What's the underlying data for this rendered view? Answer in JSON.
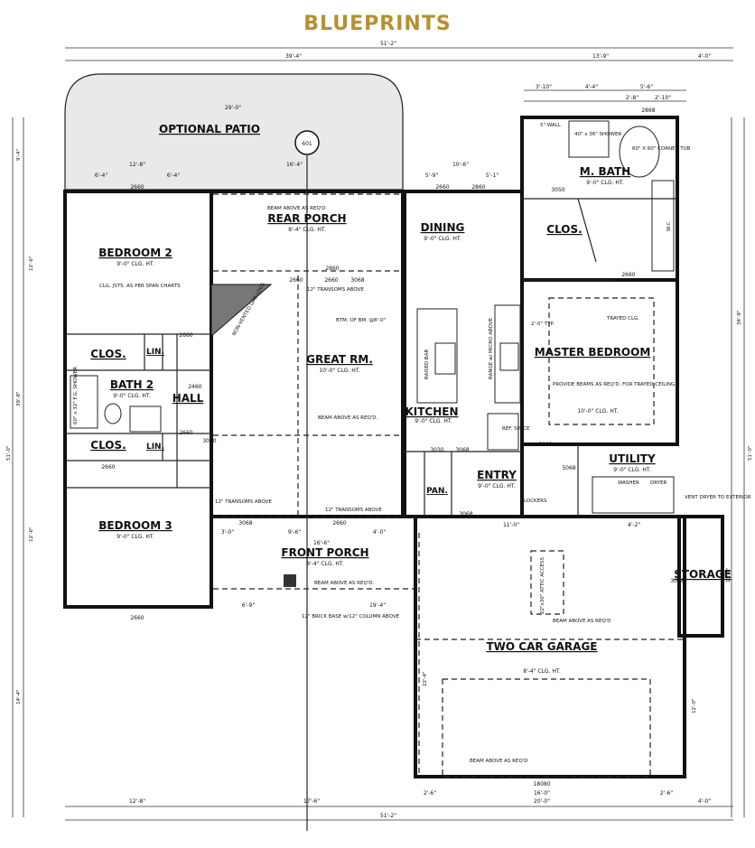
{
  "header": {
    "title": "BLUEPRINTS",
    "title_color": "#b8902c"
  },
  "rooms": [
    {
      "name": "OPTIONAL PATIO",
      "ht": ""
    },
    {
      "name": "REAR PORCH",
      "ht": "8'-4\" CLG. HT."
    },
    {
      "name": "BEDROOM 2",
      "ht": "9'-0\" CLG. HT."
    },
    {
      "name": "DINING",
      "ht": "9'-0\" CLG. HT."
    },
    {
      "name": "M. BATH",
      "ht": "9'-0\" CLG. HT."
    },
    {
      "name": "CLOS.",
      "ht": ""
    },
    {
      "name": "MASTER BEDROOM",
      "ht": "10'-0\" CLG. HT."
    },
    {
      "name": "GREAT RM.",
      "ht": "10'-0\" CLG. HT."
    },
    {
      "name": "CLOS.",
      "ht": ""
    },
    {
      "name": "LIN.",
      "ht": ""
    },
    {
      "name": "BATH 2",
      "ht": "9'-0\" CLG. HT."
    },
    {
      "name": "HALL",
      "ht": ""
    },
    {
      "name": "KITCHEN",
      "ht": "9'-0\" CLG. HT."
    },
    {
      "name": "CLOS.",
      "ht": ""
    },
    {
      "name": "LIN.",
      "ht": ""
    },
    {
      "name": "UTILITY",
      "ht": "9'-0\" CLG. HT."
    },
    {
      "name": "ENTRY",
      "ht": "9'-0\" CLG. HT."
    },
    {
      "name": "PAN.",
      "ht": ""
    },
    {
      "name": "BEDROOM 3",
      "ht": "9'-0\" CLG. HT."
    },
    {
      "name": "FRONT PORCH",
      "ht": "8'-4\" CLG. HT."
    },
    {
      "name": "STORAGE",
      "ht": ""
    },
    {
      "name": "TWO CAR GARAGE",
      "ht": "8'-4\" CLG. HT."
    }
  ],
  "notes": {
    "beam_rear": "BEAM ABOVE AS REQ'D.",
    "transoms_rear": "12\" TRANSOMS ABOVE",
    "transoms_front": "12\" TRANSOMS ABOVE",
    "transoms_left": "12\" TRANSOMS ABOVE",
    "beam_front": "BEAM ABOVE AS REQ'D.",
    "beam_great": "BEAM ABOVE AS REQ'D.",
    "beam_garage": "BEAM ABOVE AS REQ'D",
    "beam_garage2": "BEAM ABOVE AS REQ'D",
    "btm_bm": "BTM. OF BM. @8'-0\"",
    "clg_jsts": "CLG. JSTS. AS PER SPAN CHARTS",
    "trayed": "TRAYED CLG.",
    "provide_beams": "PROVIDE BEAMS AS REQ'D. FOR TRAYED CEILING.",
    "shower": "40\" x 36\" SHOWER",
    "tub": "60\" X 60\" CORNER TUB",
    "bath2_shower": "60\" x 32\" F.G. SHOWER",
    "raised_bar": "RAISED BAR",
    "range": "RANGE w/ MICRO ABOVE",
    "ref": "REF. SPACE",
    "lockers": "LOCKERS",
    "washer": "WASHER",
    "dryer": "DRYER",
    "vent": "VENT DRYER TO EXTERIOR",
    "brick": "12\" BRICK BASE w/12\" COLUMN ABOVE",
    "attic": "22\"x30\" ATTIC ACCESS",
    "non_vented": "NON-VENTED GAS LOGS",
    "typ": "2'-0\" TYP.",
    "wall_5": "5\" WALL",
    "wic": "W.C."
  },
  "symbols": {
    "section_tag": "601"
  },
  "dimensions": {
    "overall_top": "51'-2\"",
    "overall_bottom": "51'-2\"",
    "overall_left": "51'-0\"",
    "overall_right": "51'-0\"",
    "top_a": "39'-4\"",
    "top_b": "13'-9\"",
    "top_c": "4'-0\"",
    "patio_w": "29'-0\"",
    "top_row": [
      "3'-10\"",
      "4'-4\"",
      "5'-6\"",
      "2'-8\"",
      "2'-10\""
    ],
    "porch_row": [
      "12'-8\"",
      "16'-4\"",
      "6'-4\"",
      "6'-4\"",
      "5'-9\"",
      "10'-6\"",
      "5'-1\""
    ],
    "bottom_row": [
      "12'-8\"",
      "17'-6\"",
      "20'-0\"",
      "4'-0\""
    ],
    "garage_row": [
      "2'-6\"",
      "16'-0\"",
      "2'-6\""
    ],
    "front_row": [
      "3'-0\"",
      "9'-6\"",
      "4'-0\"",
      "19'-4\"",
      "6'-9\"",
      "16'-6\"",
      "11'-0\"",
      "4'-2\""
    ],
    "left_col": [
      "9'-4\"",
      "12'-6\"",
      "39'-8\"",
      "12'-6\"",
      "14'-4\""
    ],
    "right_col": [
      "34'-8\"",
      "13'-0\"",
      "12'-0\"",
      "22'-4\""
    ],
    "doors": [
      "2660",
      "2660",
      "2860",
      "2660",
      "2660",
      "3068",
      "3068",
      "2660",
      "3030",
      "2660",
      "2660",
      "3068",
      "3068",
      "2660",
      "2460",
      "3068",
      "3068",
      "18080",
      "2660",
      "3050",
      "2868",
      "2660",
      "2860",
      "3030",
      "5068"
    ]
  }
}
